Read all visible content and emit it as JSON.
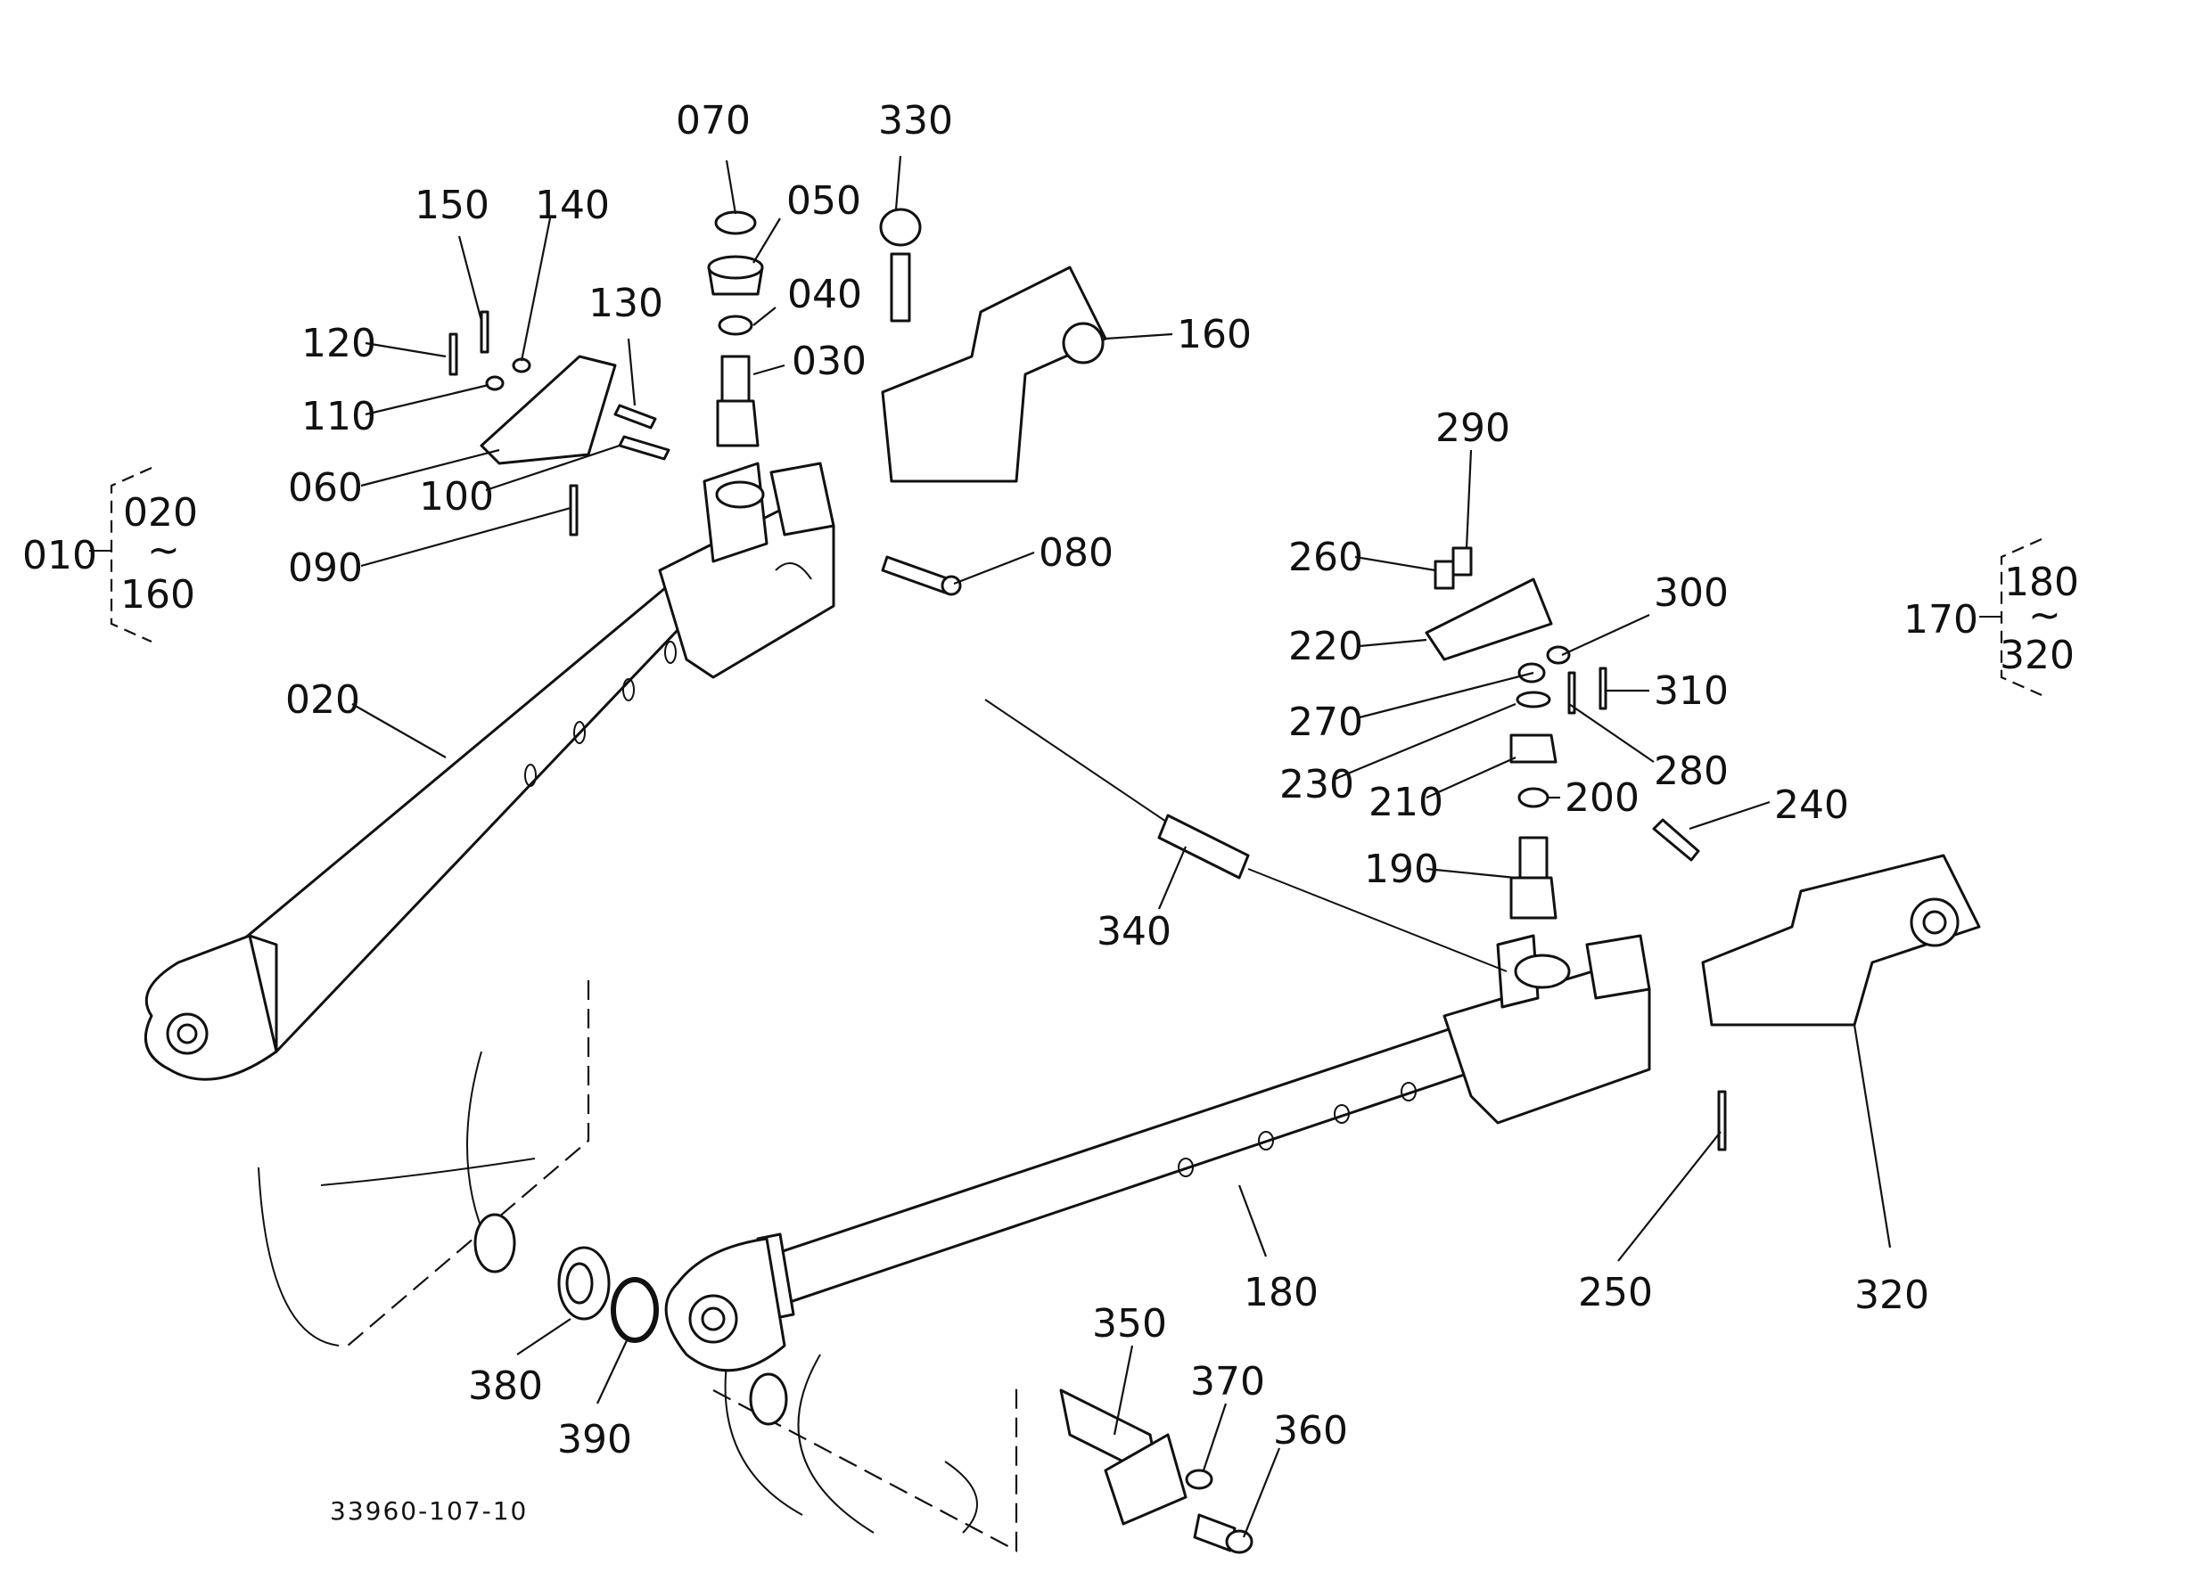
{
  "diagram": {
    "drawing_number": "33960-107-10",
    "groups": [
      {
        "id": "010",
        "from": "020",
        "tilde": "~",
        "to": "160"
      },
      {
        "id": "170",
        "from": "180",
        "tilde": "~",
        "to": "320"
      }
    ],
    "callouts": [
      {
        "id": "070",
        "label": "070"
      },
      {
        "id": "330",
        "label": "330"
      },
      {
        "id": "050",
        "label": "050"
      },
      {
        "id": "150",
        "label": "150"
      },
      {
        "id": "140",
        "label": "140"
      },
      {
        "id": "040",
        "label": "040"
      },
      {
        "id": "130",
        "label": "130"
      },
      {
        "id": "120",
        "label": "120"
      },
      {
        "id": "030",
        "label": "030"
      },
      {
        "id": "160",
        "label": "160"
      },
      {
        "id": "110",
        "label": "110"
      },
      {
        "id": "060",
        "label": "060"
      },
      {
        "id": "100",
        "label": "100"
      },
      {
        "id": "090",
        "label": "090"
      },
      {
        "id": "080",
        "label": "080"
      },
      {
        "id": "020",
        "label": "020"
      },
      {
        "id": "290",
        "label": "290"
      },
      {
        "id": "260",
        "label": "260"
      },
      {
        "id": "300",
        "label": "300"
      },
      {
        "id": "220",
        "label": "220"
      },
      {
        "id": "310",
        "label": "310"
      },
      {
        "id": "270",
        "label": "270"
      },
      {
        "id": "280",
        "label": "280"
      },
      {
        "id": "230",
        "label": "230"
      },
      {
        "id": "210",
        "label": "210"
      },
      {
        "id": "200",
        "label": "200"
      },
      {
        "id": "240",
        "label": "240"
      },
      {
        "id": "190",
        "label": "190"
      },
      {
        "id": "340",
        "label": "340"
      },
      {
        "id": "180",
        "label": "180"
      },
      {
        "id": "250",
        "label": "250"
      },
      {
        "id": "320",
        "label": "320"
      },
      {
        "id": "350",
        "label": "350"
      },
      {
        "id": "370",
        "label": "370"
      },
      {
        "id": "360",
        "label": "360"
      },
      {
        "id": "380",
        "label": "380"
      },
      {
        "id": "390",
        "label": "390"
      }
    ]
  }
}
